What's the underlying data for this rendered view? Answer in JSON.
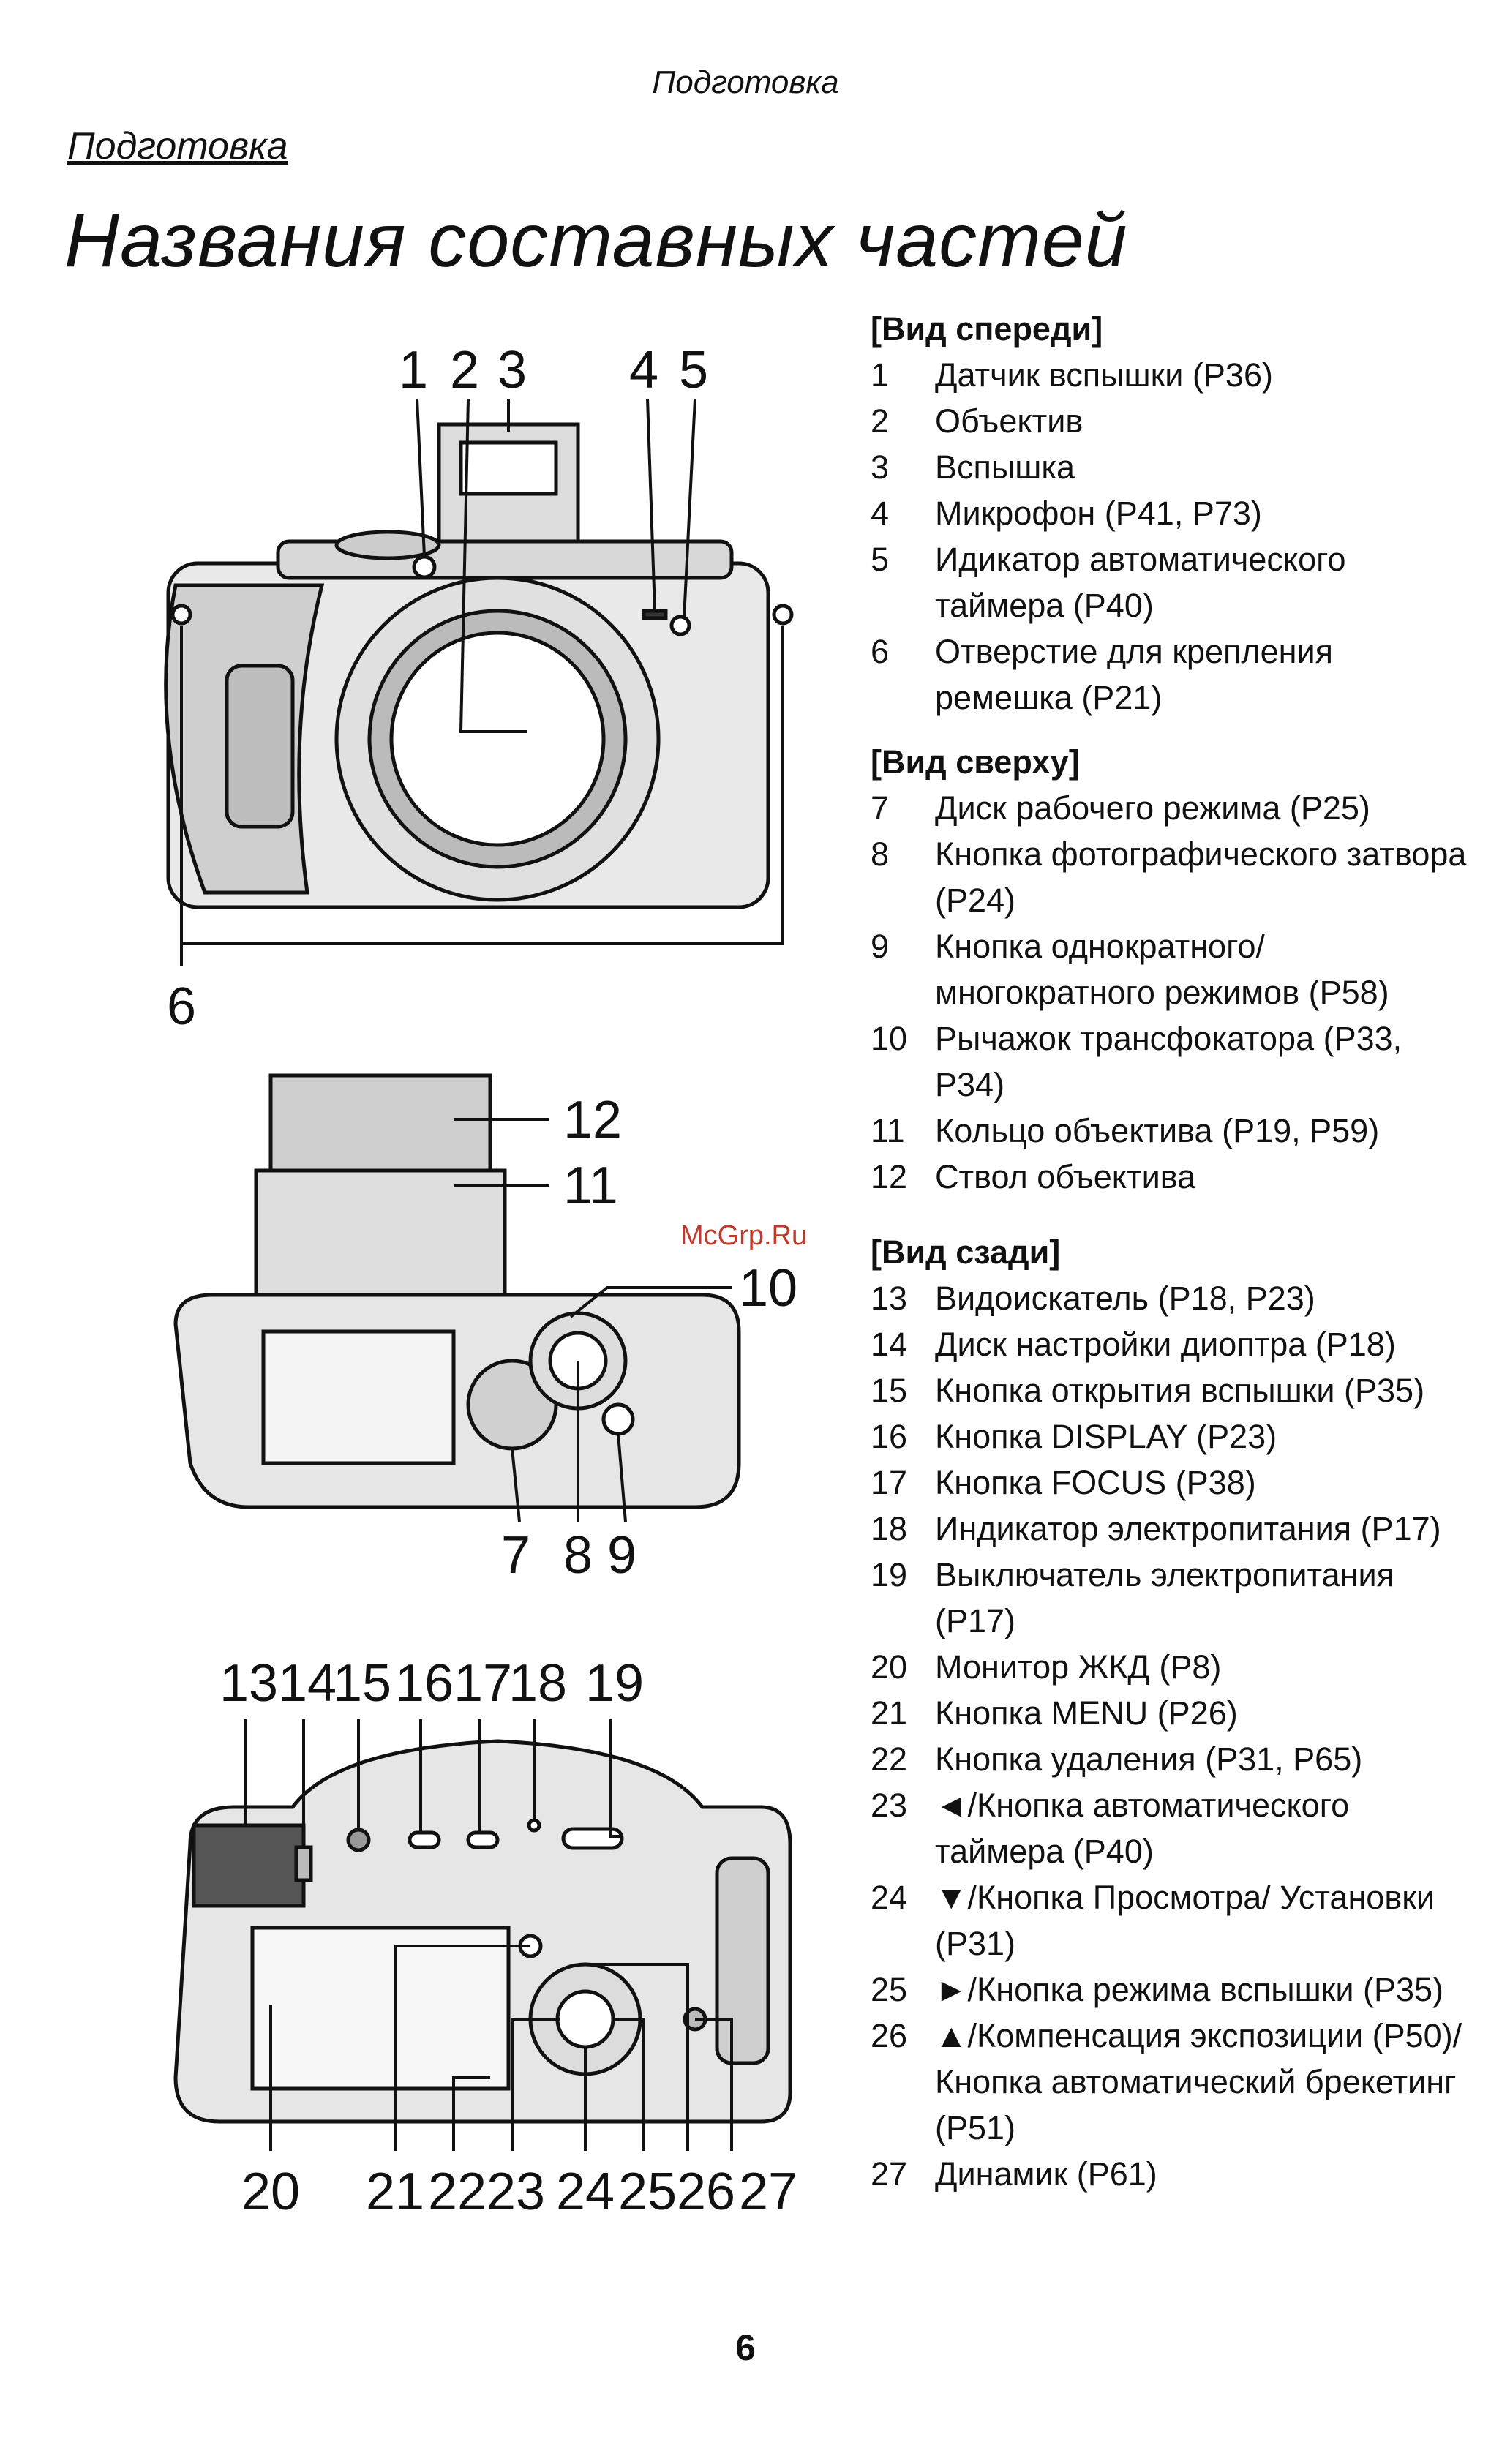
{
  "running_header": "Подготовка",
  "section_label": "Подготовка",
  "page_title": "Названия составных частей",
  "watermark": "McGrp.Ru",
  "page_number": "6",
  "groups": [
    {
      "title": "[Вид спереди]",
      "items": [
        {
          "num": "1",
          "text": "Датчик вспышки (P36)"
        },
        {
          "num": "2",
          "text": "Объектив"
        },
        {
          "num": "3",
          "text": "Вспышка"
        },
        {
          "num": "4",
          "text": "Микрофон (P41, P73)"
        },
        {
          "num": "5",
          "text": "Идикатор автоматического таймера (P40)"
        },
        {
          "num": "6",
          "text": "Отверстие для крепления ремешка (P21)"
        }
      ]
    },
    {
      "title": "[Вид сверху]",
      "items": [
        {
          "num": "7",
          "text": "Диск рабочего режима (P25)"
        },
        {
          "num": "8",
          "text": "Кнопка фотографического затвора (P24)"
        },
        {
          "num": "9",
          "text": "Кнопка однократного/ многократного режимов (P58)"
        },
        {
          "num": "10",
          "text": "Рычажок трансфокатора (P33, P34)"
        },
        {
          "num": "11",
          "text": "Кольцо объектива (P19, P59)"
        },
        {
          "num": "12",
          "text": "Ствол объектива"
        }
      ]
    },
    {
      "title": "[Вид сзади]",
      "items": [
        {
          "num": "13",
          "text": "Видоискатель (P18, P23)"
        },
        {
          "num": "14",
          "text": "Диск настройки диоптра (P18)"
        },
        {
          "num": "15",
          "text": "Кнопка открытия вспышки (P35)"
        },
        {
          "num": "16",
          "text": "Кнопка DISPLAY (P23)"
        },
        {
          "num": "17",
          "text": "Кнопка FOCUS (P38)"
        },
        {
          "num": "18",
          "text": "Индикатор электропитания (P17)"
        },
        {
          "num": "19",
          "text": "Выключатель электропитания (P17)"
        },
        {
          "num": "20",
          "text": "Монитор ЖКД (P8)"
        },
        {
          "num": "21",
          "text": "Кнопка MENU (P26)"
        },
        {
          "num": "22",
          "text": "Кнопка удаления (P31, P65)"
        },
        {
          "num": "23",
          "text": "◄/Кнопка автоматического таймера (P40)"
        },
        {
          "num": "24",
          "text": "▼/Кнопка Просмотра/ Установки  (P31)"
        },
        {
          "num": "25",
          "text": "►/Кнопка режима вспышки (P35)"
        },
        {
          "num": "26",
          "text": "▲/Компенсация экспозиции (P50)/Кнопка автоматический брекетинг (P51)"
        },
        {
          "num": "27",
          "text": "Динамик (P61)"
        }
      ]
    }
  ],
  "diagram": {
    "front_callouts": [
      "1",
      "2",
      "3",
      "4",
      "5",
      "6"
    ],
    "top_callouts": [
      "12",
      "11",
      "10",
      "7",
      "8",
      "9"
    ],
    "back_callouts_top": [
      "13",
      "14",
      "15",
      "16",
      "17",
      "18",
      "19"
    ],
    "back_callouts_bottom": [
      "20",
      "21",
      "22",
      "23",
      "24",
      "25",
      "26",
      "27"
    ]
  }
}
